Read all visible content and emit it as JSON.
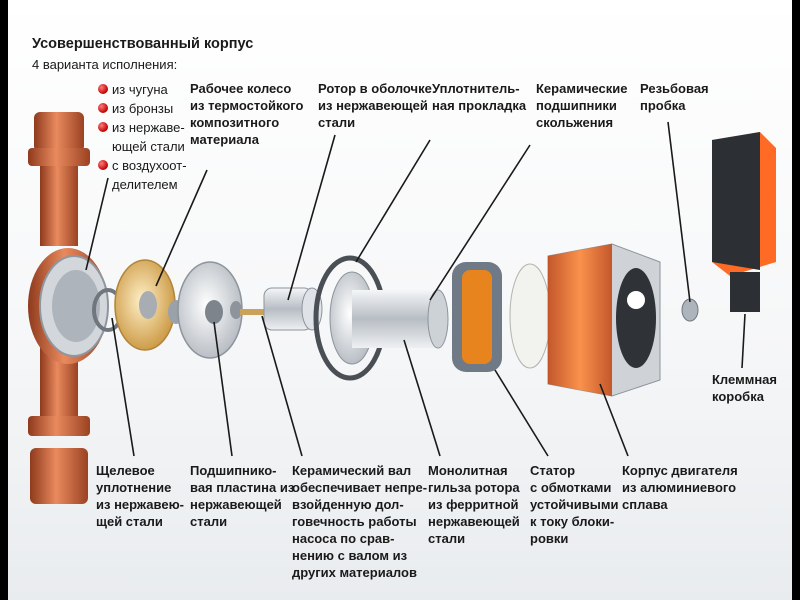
{
  "title": "Усовершенствованный корпус",
  "subtitle": "4 варианта исполнения:",
  "variants": [
    "из чугуна",
    "из бронзы",
    "из нержаве-\nющей стали",
    "с воздухоот-\nделителем"
  ],
  "labels": {
    "impeller": "Рабочее колесо\nиз термостойкого\nкомпозитного\nматериала",
    "rotor": "Ротор в оболочке\nиз нержавеющей\nстали",
    "gasket": "Уплотнитель-\nная прокладка",
    "bearings": "Керамические\nподшипники\nскольжения",
    "plug": "Резьбовая\nпробка",
    "terminal_box": "Клеммная\nкоробка",
    "slot_seal": "Щелевое\nуплотнение\nиз нержавею-\nщей стали",
    "bearing_plate": "Подшипнико-\nвая пластина из\nнержавеющей\nстали",
    "ceramic_shaft": "Керамический вал\nобеспечивает непре-\nвзойденную дол-\nговечность работы\nнасоса по срав-\nнению с валом из\nдругих материалов",
    "rotor_sleeve": "Монолитная\nгильза ротора\nиз ферритной\nнержавеющей\nстали",
    "stator": "Статор\nс обмотками\nустойчивыми\nк току блоки-\nровки",
    "motor_housing": "Корпус двигателя\nиз алюминиевого\nсплава"
  },
  "colors": {
    "copper": "#c8643c",
    "aluminium": "#c9cdd2",
    "brass": "#e2b25a",
    "winding": "#e8841e",
    "bullet": "#c00000"
  }
}
